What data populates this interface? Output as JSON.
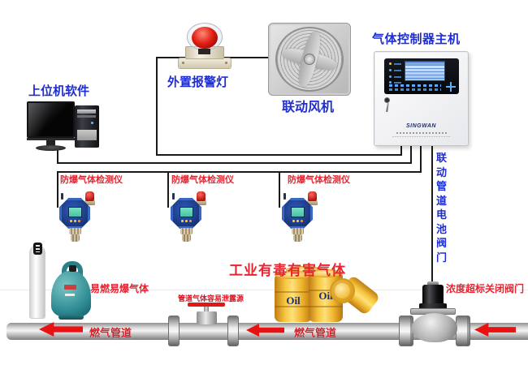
{
  "colors": {
    "label_blue": "#1e2ed2",
    "label_red": "#e52531",
    "wire_black": "#1a1a1a",
    "arrow_red": "#e81212",
    "drum_yellow": "#f5b52e",
    "detector_blue": "#1d3f8f",
    "detector_screen_teal": "#62d8bc",
    "cylinder_teal": "#2e8c94",
    "alarm_red": "#e01d14"
  },
  "nodes": {
    "host_computer": {
      "label": "上位机软件"
    },
    "alarm_light": {
      "label": "外置报警灯"
    },
    "fan": {
      "label": "联动风机"
    },
    "controller": {
      "label": "气体控制器主机",
      "brand": "SINGWAN"
    },
    "detectors": [
      {
        "label": "防爆气体检测仪"
      },
      {
        "label": "防爆气体检测仪"
      },
      {
        "label": "防爆气体检测仪"
      }
    ],
    "valve_link_line": {
      "label": "联动管道电池阀门"
    },
    "shutoff_valve": {
      "label": "浓度超标关闭阀门"
    },
    "flammable_gas": {
      "label": "易燃易爆气体"
    },
    "toxic_gas": {
      "label": "工业有毒有害气体",
      "drum_text": "Oil"
    },
    "leak_source": {
      "label": "管道气体容易泄露源"
    },
    "pipeline": {
      "label_left": "燃气管道",
      "label_right": "燃气管道"
    }
  }
}
